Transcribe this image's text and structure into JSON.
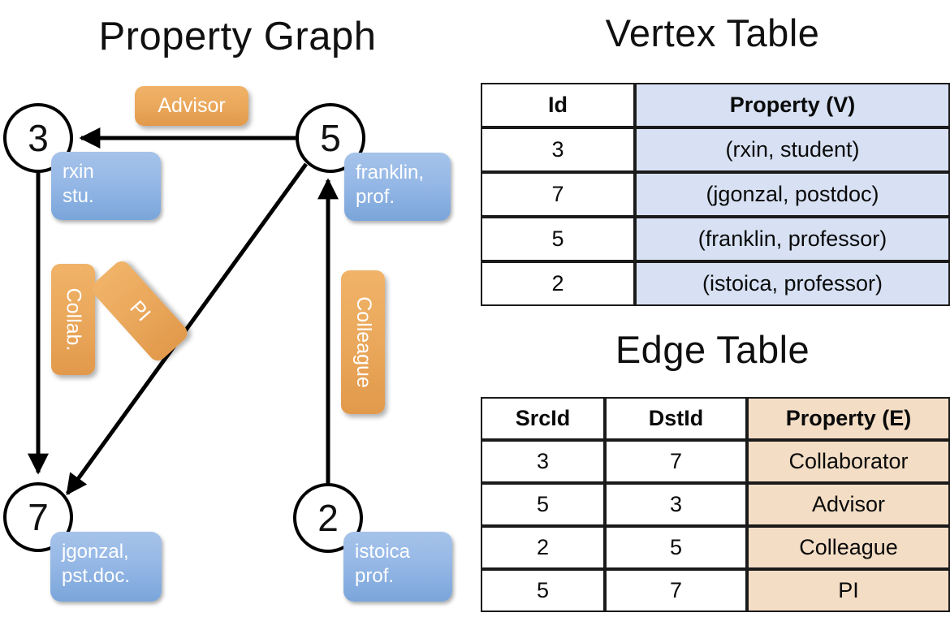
{
  "titles": {
    "property_graph": "Property Graph",
    "vertex_table": "Vertex Table",
    "edge_table": "Edge Table"
  },
  "colors": {
    "vertex_property_fill": "#d7e1f3",
    "edge_property_fill": "#f3ddc5",
    "vertex_box_fill": "#96b8e6",
    "edge_label_fill": "#eaa85c",
    "stroke": "#000000"
  },
  "graph": {
    "nodes": [
      {
        "id": "3",
        "label_line1": "rxin",
        "label_line2": "stu."
      },
      {
        "id": "5",
        "label_line1": "franklin,",
        "label_line2": "prof."
      },
      {
        "id": "7",
        "label_line1": "jgonzal,",
        "label_line2": "pst.doc."
      },
      {
        "id": "2",
        "label_line1": "istoica",
        "label_line2": "prof."
      }
    ],
    "edge_labels": [
      {
        "text": "Advisor",
        "orientation": "horizontal"
      },
      {
        "text": "Collab.",
        "orientation": "vertical"
      },
      {
        "text": "PI",
        "orientation": "diagonal"
      },
      {
        "text": "Colleague",
        "orientation": "vertical"
      }
    ],
    "edges": [
      {
        "src": "5",
        "dst": "3",
        "label": "Advisor"
      },
      {
        "src": "3",
        "dst": "7",
        "label": "Collab."
      },
      {
        "src": "5",
        "dst": "7",
        "label": "PI"
      },
      {
        "src": "2",
        "dst": "5",
        "label": "Colleague"
      }
    ]
  },
  "vertex_table": {
    "headers": [
      "Id",
      "Property (V)"
    ],
    "rows": [
      {
        "id": "3",
        "property": "(rxin, student)"
      },
      {
        "id": "7",
        "property": "(jgonzal, postdoc)"
      },
      {
        "id": "5",
        "property": "(franklin, professor)"
      },
      {
        "id": "2",
        "property": "(istoica, professor)"
      }
    ]
  },
  "edge_table": {
    "headers": [
      "SrcId",
      "DstId",
      "Property (E)"
    ],
    "rows": [
      {
        "src": "3",
        "dst": "7",
        "property": "Collaborator"
      },
      {
        "src": "5",
        "dst": "3",
        "property": "Advisor"
      },
      {
        "src": "2",
        "dst": "5",
        "property": "Colleague"
      },
      {
        "src": "5",
        "dst": "7",
        "property": "PI"
      }
    ]
  }
}
